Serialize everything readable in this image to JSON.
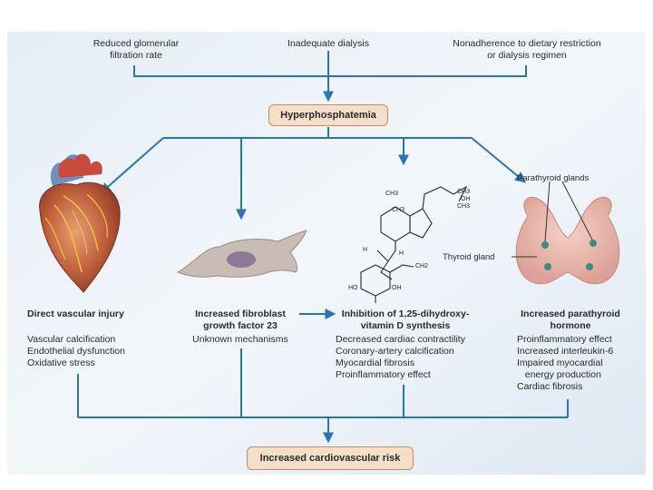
{
  "causes": {
    "gfr": "Reduced glomerular\nfiltration rate",
    "dialysis": "Inadequate dialysis",
    "nonadherence": "Nonadherence to dietary restriction\nor dialysis regimen"
  },
  "central": "Hyperphosphatemia",
  "chem": {
    "ch3_left": "CH3",
    "ch3_right1": "CH3",
    "oh": "OH",
    "ch3_right2": "CH3",
    "ch3_ring": "CH3",
    "h_left": "H",
    "h_right": "H",
    "ch2": "CH2",
    "ho": "HO",
    "oh_bottom": "OH"
  },
  "labels": {
    "parathyroid": "Parathyroid glands",
    "thyroid": "Thyroid gland"
  },
  "columns": [
    {
      "title": "Direct vascular injury",
      "items": [
        "Vascular calcification",
        "Endothelial dysfunction",
        "Oxidative stress"
      ]
    },
    {
      "title": "Increased fibroblast\ngrowth factor 23",
      "items": [
        "Unknown mechanisms"
      ]
    },
    {
      "title": "Inhibition of 1,25-dihydroxy-\nvitamin D synthesis",
      "items": [
        "Decreased cardiac contractility",
        "Coronary-artery calcification",
        "Myocardial fibrosis",
        "Proinflammatory effect"
      ]
    },
    {
      "title": "Increased parathyroid\nhormone",
      "items": [
        "Proinflammatory effect",
        "Increased interleukin-6",
        "Impaired myocardial\n   energy production",
        "Cardiac fibrosis"
      ]
    }
  ],
  "outcome": "Increased cardiovascular risk",
  "colors": {
    "arrow": "#2a74b8",
    "box_fill": "#f6dfc9",
    "box_border": "#c98b5c"
  }
}
